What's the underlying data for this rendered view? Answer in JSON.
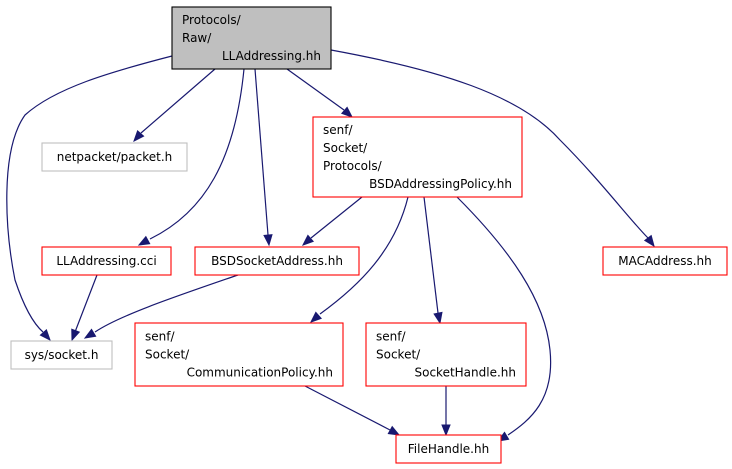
{
  "colors": {
    "edge": "#191970",
    "root_fill": "#bfbfbf",
    "root_stroke": "#000000",
    "red_stroke": "#ff0000",
    "gray_stroke": "#bfbfbf",
    "box_fill": "#ffffff"
  },
  "nodes": {
    "root": {
      "lines": [
        "Protocols/",
        "Raw/",
        "LLAddressing.hh"
      ],
      "style": "root"
    },
    "netpacket": {
      "lines": [
        "netpacket/packet.h"
      ],
      "style": "gray"
    },
    "bsdpolicy": {
      "lines": [
        "senf/",
        "Socket/",
        "Protocols/",
        "BSDAddressingPolicy.hh"
      ],
      "style": "red"
    },
    "lladdr_cci": {
      "lines": [
        "LLAddressing.cci"
      ],
      "style": "red"
    },
    "bsdsock": {
      "lines": [
        "BSDSocketAddress.hh"
      ],
      "style": "red"
    },
    "macaddr": {
      "lines": [
        "MACAddress.hh"
      ],
      "style": "red"
    },
    "syssock": {
      "lines": [
        "sys/socket.h"
      ],
      "style": "gray"
    },
    "commpolicy": {
      "lines": [
        "senf/",
        "Socket/",
        "CommunicationPolicy.hh"
      ],
      "style": "red"
    },
    "sockhandle": {
      "lines": [
        "senf/",
        "Socket/",
        "SocketHandle.hh"
      ],
      "style": "red"
    },
    "filehandle": {
      "lines": [
        "FileHandle.hh"
      ],
      "style": "red"
    }
  },
  "edges": [
    {
      "from": "root",
      "to": "netpacket"
    },
    {
      "from": "root",
      "to": "bsdpolicy"
    },
    {
      "from": "root",
      "to": "lladdr_cci"
    },
    {
      "from": "root",
      "to": "bsdsock"
    },
    {
      "from": "root",
      "to": "macaddr"
    },
    {
      "from": "root",
      "to": "syssock"
    },
    {
      "from": "bsdpolicy",
      "to": "bsdsock"
    },
    {
      "from": "bsdpolicy",
      "to": "commpolicy"
    },
    {
      "from": "bsdpolicy",
      "to": "sockhandle"
    },
    {
      "from": "bsdpolicy",
      "to": "filehandle"
    },
    {
      "from": "lladdr_cci",
      "to": "syssock"
    },
    {
      "from": "bsdsock",
      "to": "syssock"
    },
    {
      "from": "commpolicy",
      "to": "filehandle"
    },
    {
      "from": "sockhandle",
      "to": "filehandle"
    }
  ]
}
